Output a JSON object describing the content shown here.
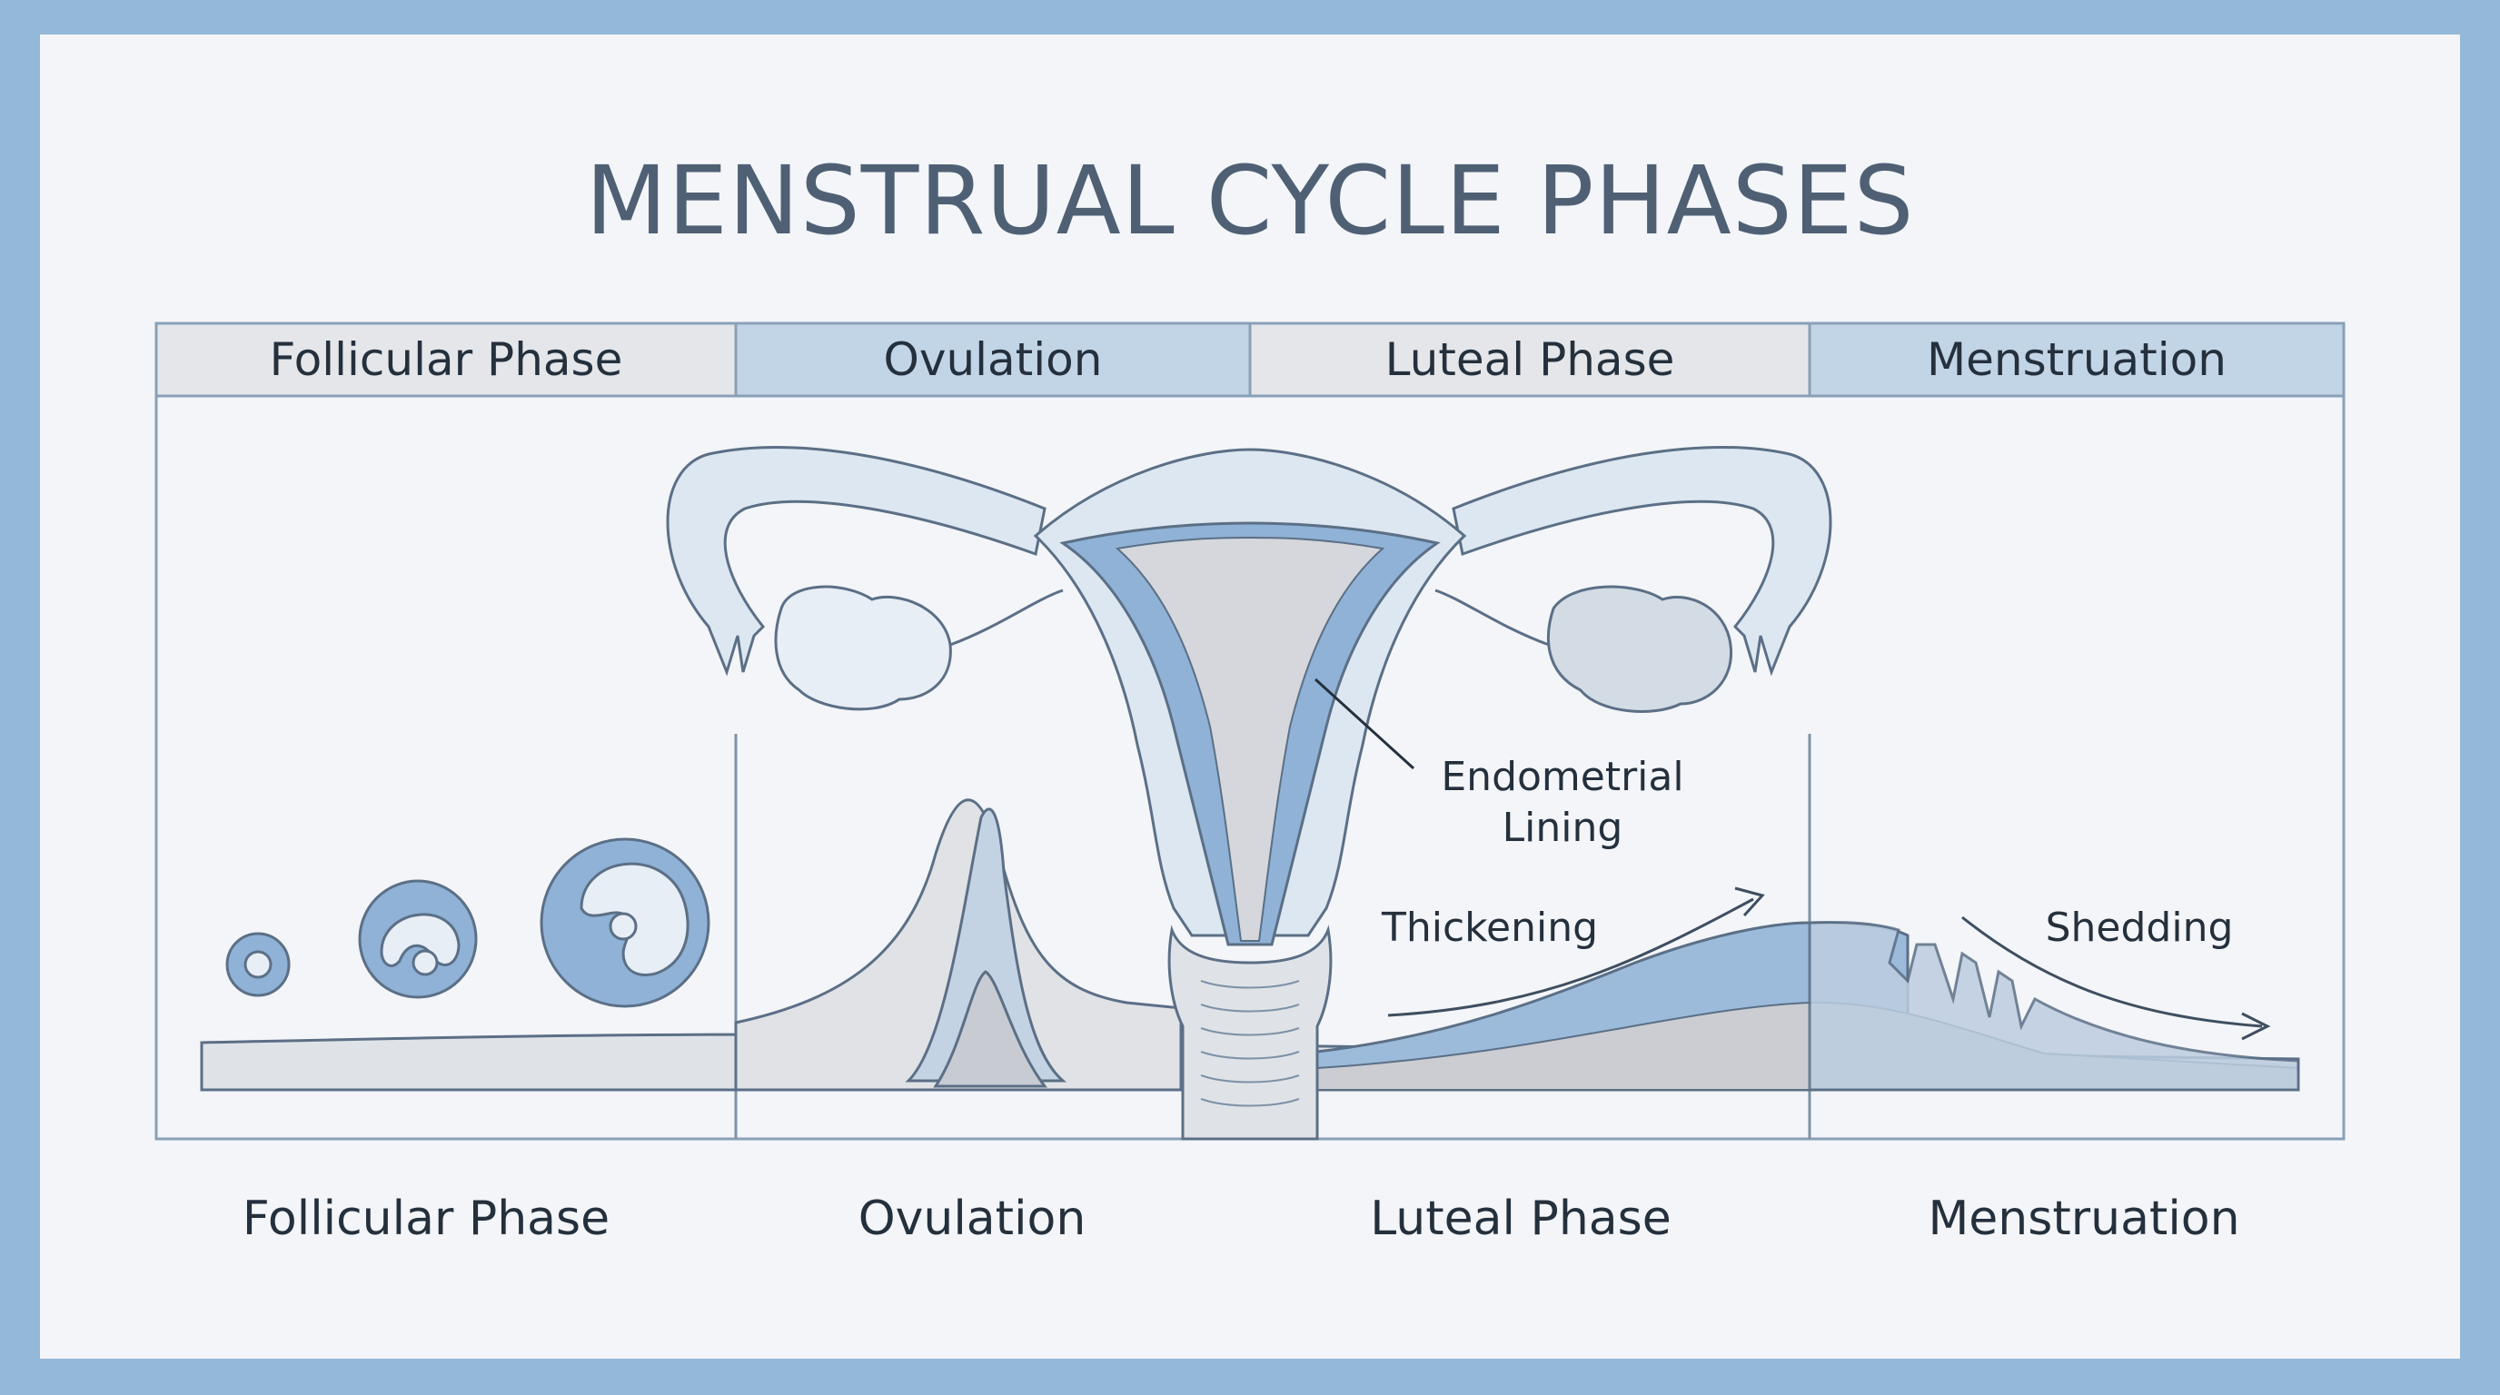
{
  "title": "MENSTRUAL CYCLE PHASES",
  "phases": [
    {
      "header": "Follicular Phase",
      "footer": "Follicular Phase"
    },
    {
      "header": "Ovulation",
      "footer": "Ovulation"
    },
    {
      "header": "Luteal Phase",
      "footer": "Luteal Phase"
    },
    {
      "header": "Menstruation",
      "footer": "Menstruation"
    }
  ],
  "annotations": {
    "endometrial_line1": "Endometrial",
    "endometrial_line2": "Lining",
    "thickening": "Thickening",
    "shedding": "Shedding"
  },
  "colors": {
    "border": "#94b8d7",
    "background": "#f3f5f8",
    "blue": "#8fb2d6",
    "light_blue": "#d9e6f1",
    "gray": "#d5d7dc",
    "outline": "#5b6f86"
  }
}
